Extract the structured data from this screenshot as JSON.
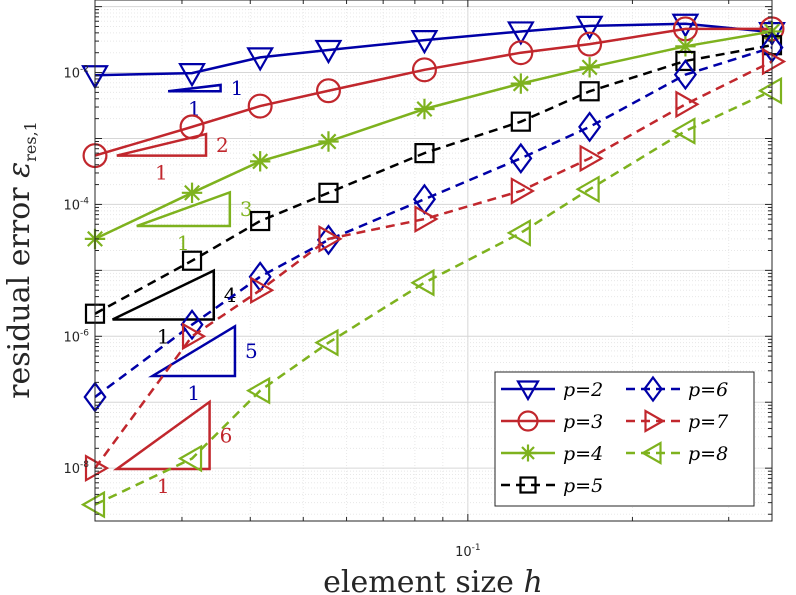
{
  "chart_data": {
    "type": "line",
    "title": "",
    "xlabel": "element size h",
    "ylabel": "residual error ε_res,1",
    "xscale": "log",
    "yscale": "log",
    "xlim": [
      0.0208,
      0.36
    ],
    "ylim": [
      1.58e-09,
      0.126
    ],
    "grid": "major and minor",
    "legend_position": "bottom-right",
    "x_tick_labels": [
      {
        "value": 0.1,
        "base": "10",
        "exp": "-1"
      }
    ],
    "y_tick_labels": [
      {
        "value": 1e-08,
        "base": "10",
        "exp": "-8"
      },
      {
        "value": 1e-06,
        "base": "10",
        "exp": "-6"
      },
      {
        "value": 0.0001,
        "base": "10",
        "exp": "-4"
      },
      {
        "value": 0.01,
        "base": "10",
        "exp": "-2"
      }
    ],
    "x": [
      0.0208,
      0.0313,
      0.0417,
      0.0556,
      0.0833,
      0.125,
      0.167,
      0.25,
      0.36
    ],
    "series": [
      {
        "name": "p=2",
        "color": "#0000a7",
        "marker": "triangle-down",
        "dash": "solid",
        "values": [
          0.0091,
          0.0098,
          0.017,
          0.022,
          0.031,
          0.042,
          0.051,
          0.055,
          0.041
        ]
      },
      {
        "name": "p=3",
        "color": "#c1272d",
        "marker": "circle",
        "dash": "solid",
        "values": [
          0.00055,
          0.0015,
          0.0031,
          0.0053,
          0.011,
          0.02,
          0.027,
          0.046,
          0.046
        ]
      },
      {
        "name": "p=4",
        "color": "#7eb21e",
        "marker": "asterisk",
        "dash": "solid",
        "values": [
          3e-05,
          0.00015,
          0.00045,
          0.0009,
          0.0028,
          0.0068,
          0.012,
          0.025,
          0.042
        ]
      },
      {
        "name": "p=5",
        "color": "#000000",
        "marker": "square",
        "dash": "dashed",
        "values": [
          2.2e-06,
          1.4e-05,
          5.6e-05,
          0.00015,
          0.0006,
          0.0018,
          0.0052,
          0.015,
          0.026
        ]
      },
      {
        "name": "p=6",
        "color": "#0000a7",
        "marker": "diamond",
        "dash": "dashed",
        "values": [
          1.2e-07,
          1.5e-06,
          8e-06,
          2.9e-05,
          0.00012,
          0.0005,
          0.0015,
          0.0093,
          0.024
        ]
      },
      {
        "name": "p=7",
        "color": "#c1272d",
        "marker": "triangle-right",
        "dash": "dashed",
        "values": [
          1e-08,
          1e-06,
          5e-06,
          3e-05,
          6e-05,
          0.00016,
          0.0005,
          0.0033,
          0.0147
        ]
      },
      {
        "name": "p=8",
        "color": "#7eb21e",
        "marker": "triangle-left",
        "dash": "dashed",
        "values": [
          2.8e-09,
          1.4e-08,
          1.5e-07,
          8e-07,
          6.5e-06,
          3.7e-05,
          0.00017,
          0.0013,
          0.0053
        ]
      }
    ],
    "slope_triangles": [
      {
        "color": "#0000a7",
        "run_label": "1",
        "rise_label": "1",
        "x": [
          0.0283,
          0.0353
        ],
        "y_ref": 0.0052
      },
      {
        "color": "#c1272d",
        "run_label": "1",
        "rise_label": "2",
        "x": [
          0.0228,
          0.0332
        ],
        "y_ref": 0.00055
      },
      {
        "color": "#7eb21e",
        "run_label": "1",
        "rise_label": "3",
        "x": [
          0.0248,
          0.0367
        ],
        "y_ref": 4.7e-05
      },
      {
        "color": "#000000",
        "run_label": "1",
        "rise_label": "4",
        "x": [
          0.0224,
          0.0343
        ],
        "y_ref": 1.8e-06
      },
      {
        "color": "#0000a7",
        "run_label": "1",
        "rise_label": "5",
        "x": [
          0.0265,
          0.0375
        ],
        "y_ref": 2.5e-07
      },
      {
        "color": "#c1272d",
        "run_label": "1",
        "rise_label": "6",
        "x": [
          0.0228,
          0.0337
        ],
        "y_ref": 9.7e-09
      }
    ]
  }
}
